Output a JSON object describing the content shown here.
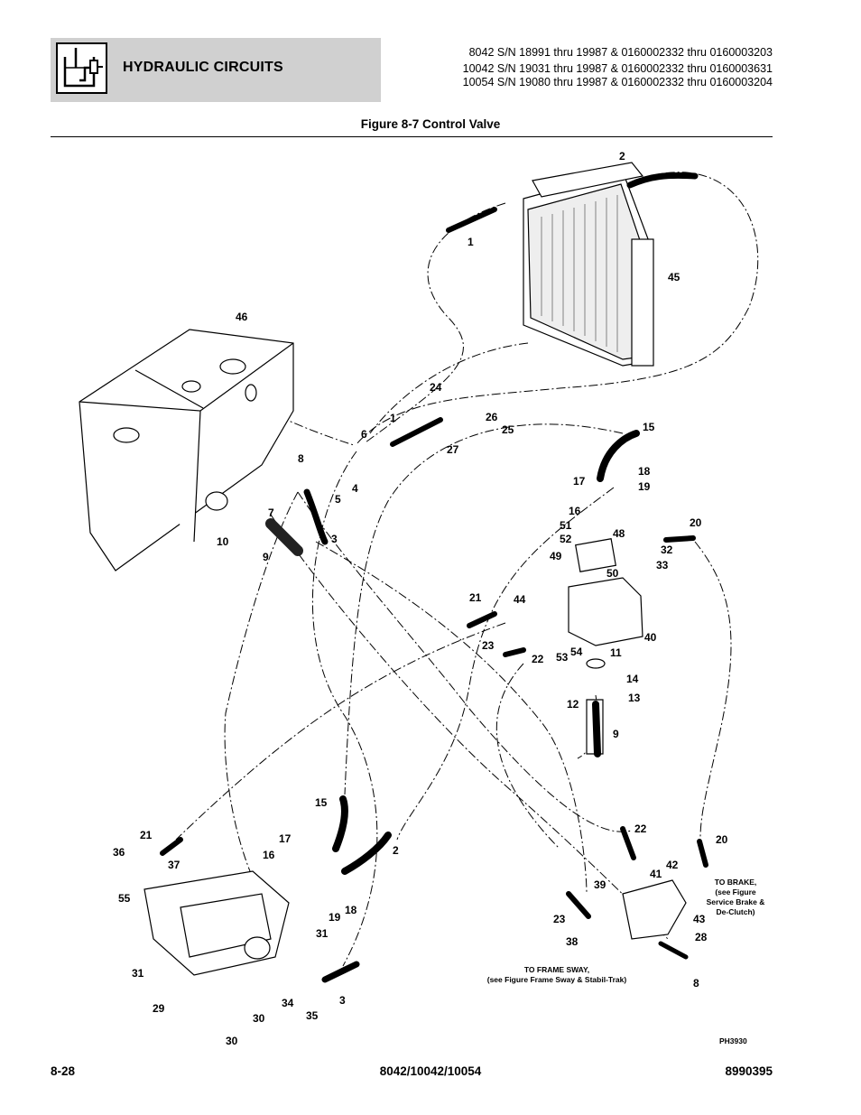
{
  "header": {
    "section_title": "HYDRAULIC CIRCUITS",
    "serial_lines": [
      "8042 S/N 18991 thru 19987 & 0160002332 thru 0160003203",
      "10042 S/N 19031 thru 19987 & 0160002332 thru 0160003631",
      "10054 S/N 19080 thru 19987 & 0160002332 thru 0160003204"
    ]
  },
  "figure": {
    "title": "Figure 8-7 Control Valve",
    "callouts": {
      "c1a": "1",
      "c2a": "2",
      "c45": "45",
      "c46": "46",
      "c24": "24",
      "c1b": "1",
      "c26": "26",
      "c25": "25",
      "c27": "27",
      "c6": "6",
      "c8a": "8",
      "c5": "5",
      "c4": "4",
      "c7": "7",
      "c10": "10",
      "c9a": "9",
      "c3a": "3",
      "c15a": "15",
      "c17a": "17",
      "c18a": "18",
      "c19a": "19",
      "c16a": "16",
      "c51": "51",
      "c52": "52",
      "c48": "48",
      "c20a": "20",
      "c32": "32",
      "c33": "33",
      "c49": "49",
      "c50": "50",
      "c21a": "21",
      "c44": "44",
      "c23a": "23",
      "c22a": "22",
      "c53": "53",
      "c54": "54",
      "c11": "11",
      "c40": "40",
      "c14": "14",
      "c13": "13",
      "c12": "12",
      "c9b": "9",
      "c15b": "15",
      "c2b": "2",
      "c21b": "21",
      "c36": "36",
      "c37": "37",
      "c17b": "17",
      "c16b": "16",
      "c55": "55",
      "c19b": "19",
      "c18b": "18",
      "c31a": "31",
      "c31b": "31",
      "c29": "29",
      "c30a": "30",
      "c34": "34",
      "c35": "35",
      "c3b": "3",
      "c30b": "30",
      "c22b": "22",
      "c20b": "20",
      "c42": "42",
      "c41": "41",
      "c39": "39",
      "c23b": "23",
      "c43": "43",
      "c28": "28",
      "c38": "38",
      "c8b": "8"
    },
    "notes": {
      "to_brake": [
        "TO BRAKE,",
        "(see Figure",
        "Service Brake &",
        "De-Clutch)"
      ],
      "to_frame_sway": [
        "TO FRAME SWAY,",
        "(see Figure Frame Sway & Stabil-Trak)"
      ]
    },
    "image_id": "PH3930"
  },
  "footer": {
    "page_number": "8-28",
    "models": "8042/10042/10054",
    "doc_number": "8990395"
  }
}
